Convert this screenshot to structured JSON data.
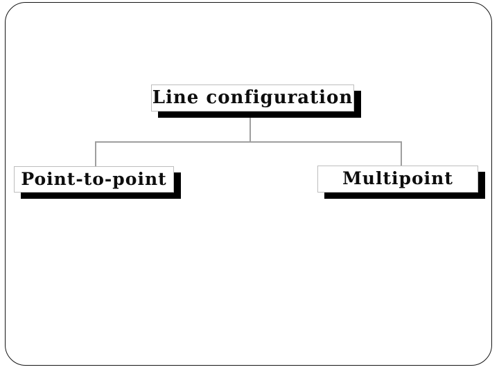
{
  "slide": {
    "background_color": "#ffffff",
    "border_color": "#141414"
  },
  "diagram": {
    "type": "hierarchy",
    "root": {
      "label": "Line configuration"
    },
    "children": [
      {
        "label": "Point-to-point"
      },
      {
        "label": "Multipoint"
      }
    ],
    "colors": {
      "box_background": "#ffffff",
      "box_border": "#bdbdbd",
      "box_shadow": "#000000",
      "connector": "#9e9e9e",
      "text": "#0d0d0d"
    }
  }
}
